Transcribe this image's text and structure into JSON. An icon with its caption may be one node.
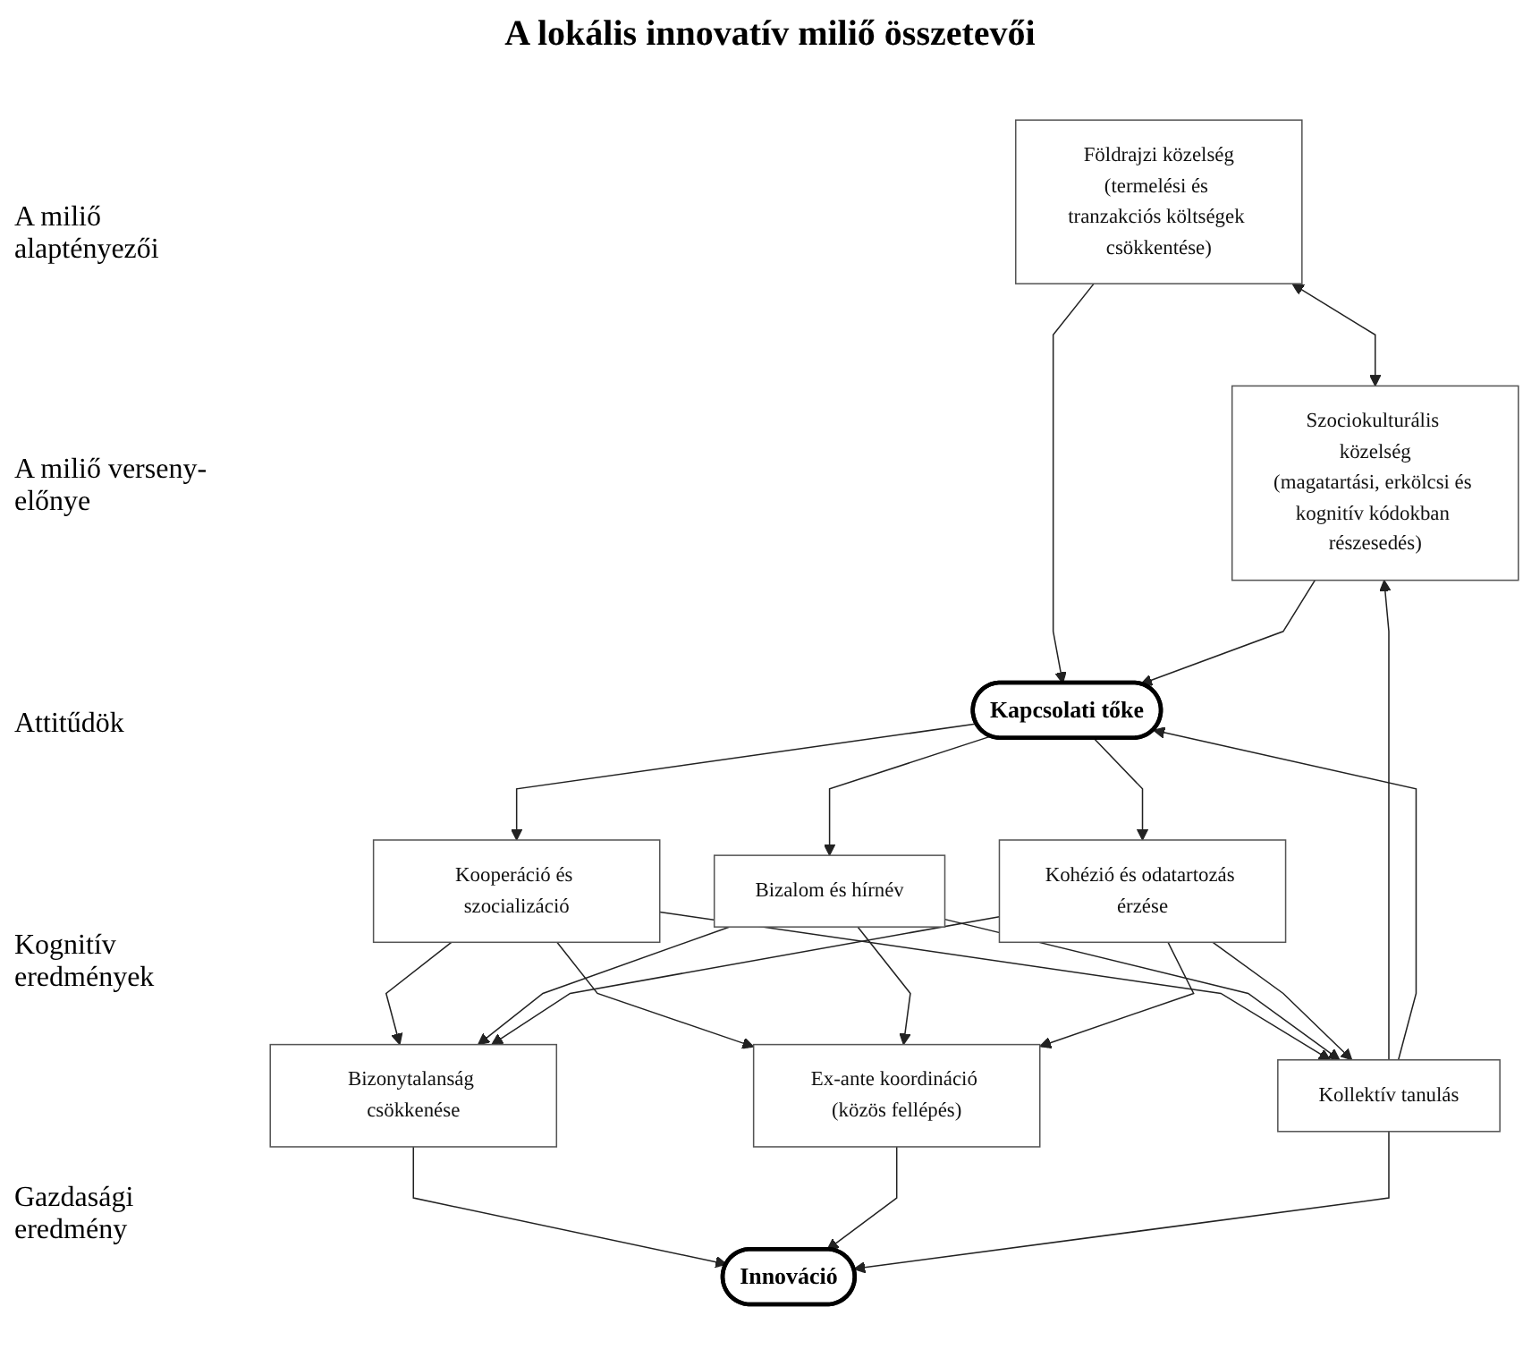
{
  "diagram": {
    "title": "A lokális innovatív miliő összetevői",
    "nodes": [
      {
        "text": [
          "Földrajzi közelség",
          "(termelési és tranzakciós költségek csökkentése)"
        ]
      },
      {
        "text": [
          "Szociokulturális közelség",
          "(magatartási, erkölcsi és kognitív kódokban részesedés)"
        ]
      },
      {
        "text": [
          "Kapcsolati tőke"
        ]
      },
      {
        "text": [
          "Kooperáció és szocializáció"
        ]
      },
      {
        "text": [
          "Bizalom és hírnév"
        ]
      },
      {
        "text": [
          "Kohézió és odatartozás érzése"
        ]
      },
      {
        "text": [
          "Bizonytalanság csökkenése"
        ]
      },
      {
        "text": [
          "Ex-ante koordináció (közös fellépés)"
        ]
      },
      {
        "text": [
          "Kollektív tanulás"
        ]
      },
      {
        "text": [
          "Innováció"
        ]
      }
    ],
    "edges": [
      {
        "from": 0,
        "to": 1,
        "arrow": "both"
      },
      {
        "from": 0,
        "to": 2,
        "arrow": "to"
      },
      {
        "from": 1,
        "to": 2,
        "arrow": "to"
      },
      {
        "from": 2,
        "to": 3,
        "arrow": "to"
      },
      {
        "from": 2,
        "to": 4,
        "arrow": "to"
      },
      {
        "from": 2,
        "to": 5,
        "arrow": "to"
      },
      {
        "from": 3,
        "to": 6,
        "arrow": "to"
      },
      {
        "from": 3,
        "to": 7,
        "arrow": "to"
      },
      {
        "from": 3,
        "to": 8,
        "arrow": "to"
      },
      {
        "from": 4,
        "to": 6,
        "arrow": "to"
      },
      {
        "from": 4,
        "to": 7,
        "arrow": "to"
      },
      {
        "from": 4,
        "to": 8,
        "arrow": "to"
      },
      {
        "from": 5,
        "to": 6,
        "arrow": "to"
      },
      {
        "from": 5,
        "to": 7,
        "arrow": "to"
      },
      {
        "from": 5,
        "to": 8,
        "arrow": "to"
      },
      {
        "from": 6,
        "to": 9,
        "arrow": "to"
      },
      {
        "from": 7,
        "to": 9,
        "arrow": "to"
      },
      {
        "from": 8,
        "to": 9,
        "arrow": "to"
      },
      {
        "from": 8,
        "to": 1,
        "arrow": "to"
      },
      {
        "from": 8,
        "to": 2,
        "arrow": "to"
      }
    ],
    "labels": [
      "A miliő alaptényezői",
      "A miliő verseny- előnye",
      "Attitűdök",
      "Kognitív eredmények",
      "Gazdasági eredmény"
    ]
  }
}
